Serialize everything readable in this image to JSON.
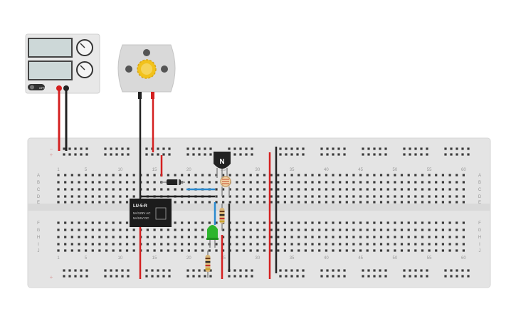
{
  "breadboard": {
    "column_numbers": [
      "1",
      "5",
      "10",
      "15",
      "20",
      "25",
      "30",
      "35",
      "40",
      "45",
      "50",
      "55",
      "60"
    ],
    "row_letters_top": [
      "A",
      "B",
      "C",
      "D",
      "E"
    ],
    "row_letters_bottom": [
      "F",
      "G",
      "H",
      "I",
      "J"
    ],
    "rail_minus": "−",
    "rail_plus": "+"
  },
  "power_supply": {
    "off_label": "OFF"
  },
  "transistor": {
    "label": "N"
  },
  "relay": {
    "model": "LU-5-R",
    "rating_ac": "5A/125V AC",
    "rating_dc": "5A/24V DC"
  },
  "colors": {
    "wire_red": "#d42020",
    "wire_black": "#222222",
    "wire_blue": "#2a8ad0",
    "board": "#e4e4e4",
    "led_green": "#2db52d",
    "relay_body": "#1c1c1c",
    "motor_body": "#d9d9d9",
    "motor_gear": "#f2c21b"
  }
}
